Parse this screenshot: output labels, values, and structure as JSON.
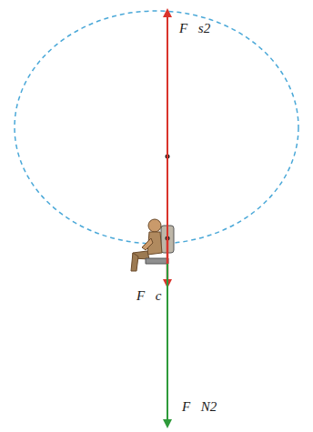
{
  "diagram": {
    "labels": [
      "F⃗s2",
      "F⃗c",
      "F⃗N2"
    ]
  }
}
